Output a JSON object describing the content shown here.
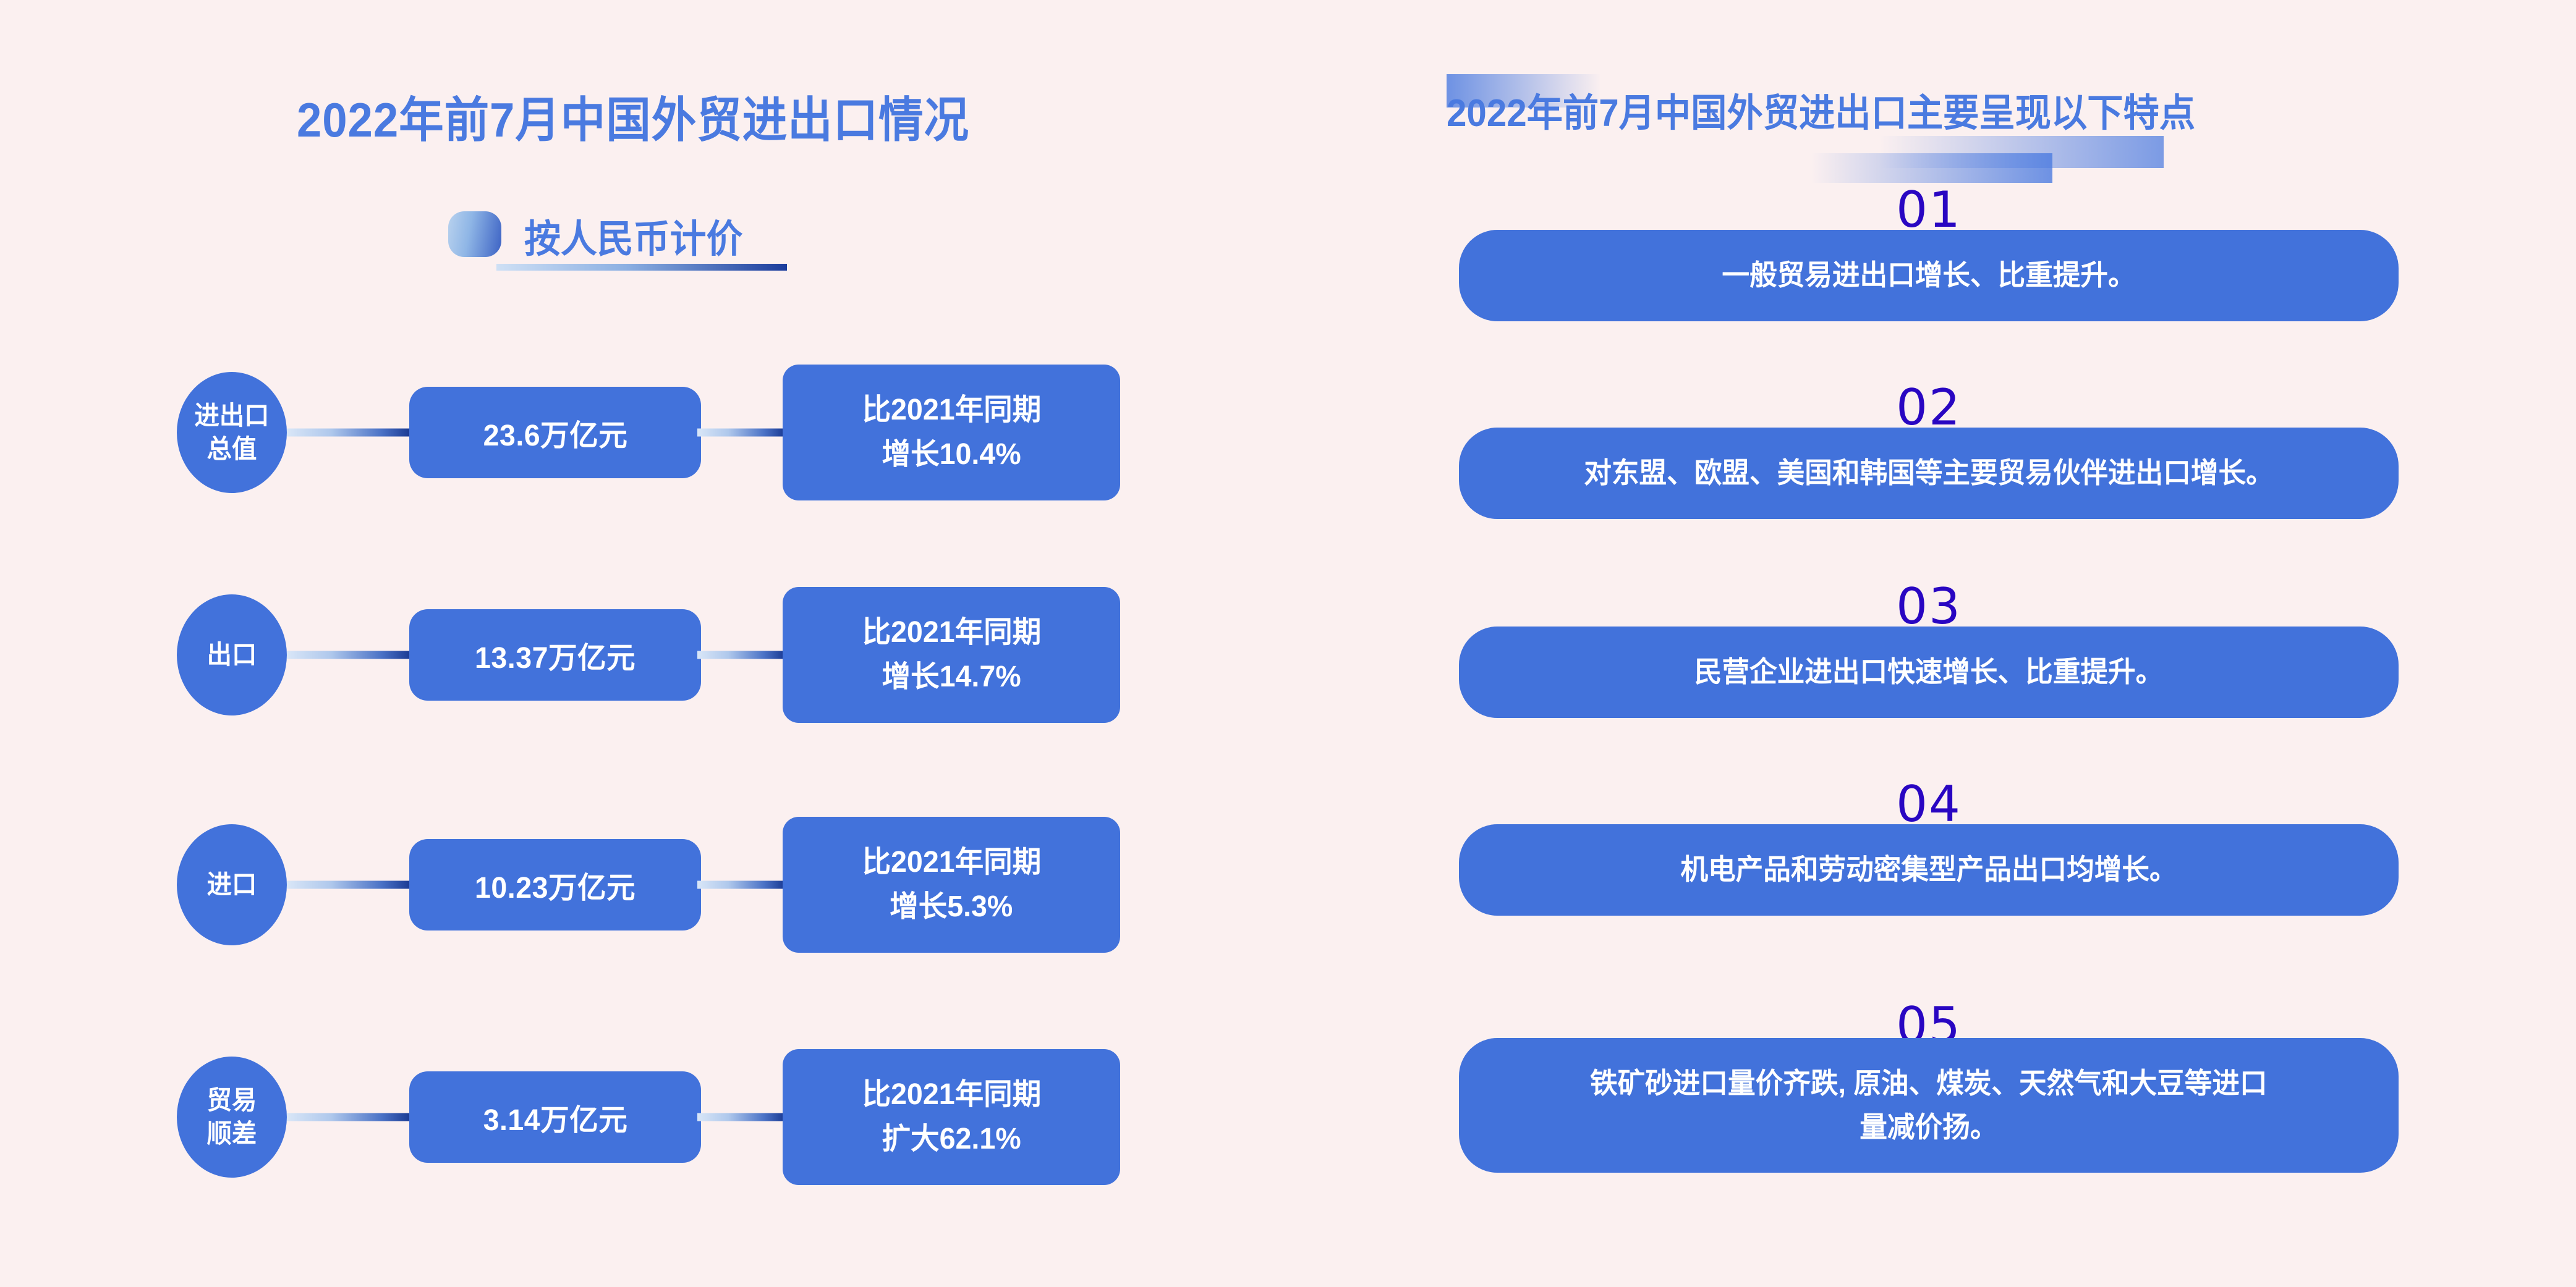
{
  "background_color": "#FBF0F0",
  "accent_blue": "#4272DB",
  "title_blue": "#4A7AE0",
  "number_indigo": "#2906C2",
  "left_panel": {
    "title": "2022年前7月中国外贸进出口情况",
    "subtitle": "按人民币计价",
    "rows": [
      {
        "label_line1": "进出口",
        "label_line2": "总值",
        "value": "23.6万亿元",
        "delta_line1": "比2021年同期",
        "delta_line2": "增长10.4%"
      },
      {
        "label_line1": "出口",
        "label_line2": "",
        "value": "13.37万亿元",
        "delta_line1": "比2021年同期",
        "delta_line2": "增长14.7%"
      },
      {
        "label_line1": "进口",
        "label_line2": "",
        "value": "10.23万亿元",
        "delta_line1": "比2021年同期",
        "delta_line2": "增长5.3%"
      },
      {
        "label_line1": "贸易",
        "label_line2": "顺差",
        "value": "3.14万亿元",
        "delta_line1": "比2021年同期",
        "delta_line2": "扩大62.1%"
      }
    ]
  },
  "right_panel": {
    "title": "2022年前7月中国外贸进出口主要呈现以下特点",
    "features": [
      {
        "number": "01",
        "line1": "一般贸易进出口增长、比重提升。",
        "line2": ""
      },
      {
        "number": "02",
        "line1": "对东盟、欧盟、美国和韩国等主要贸易伙伴进出口增长。",
        "line2": ""
      },
      {
        "number": "03",
        "line1": "民营企业进出口快速增长、比重提升。",
        "line2": ""
      },
      {
        "number": "04",
        "line1": "机电产品和劳动密集型产品出口均增长。",
        "line2": ""
      },
      {
        "number": "05",
        "line1": "铁矿砂进口量价齐跌, 原油、煤炭、天然气和大豆等进口",
        "line2": "量减价扬。"
      }
    ]
  },
  "chart_data": {
    "type": "table",
    "title": "2022年前7月中国外贸进出口情况",
    "subtitle": "按人民币计价",
    "categories": [
      "进出口总值",
      "出口",
      "进口",
      "贸易顺差"
    ],
    "values": [
      23.6,
      13.37,
      10.23,
      3.14
    ],
    "unit": "万亿元",
    "yoy_change_pct": [
      10.4,
      14.7,
      5.3,
      62.1
    ],
    "yoy_change_label": [
      "增长10.4%",
      "增长14.7%",
      "增长5.3%",
      "扩大62.1%"
    ],
    "comparison_base": "比2021年同期",
    "xlabel": "",
    "ylabel": "万亿元",
    "grid": false,
    "legend": "none"
  }
}
